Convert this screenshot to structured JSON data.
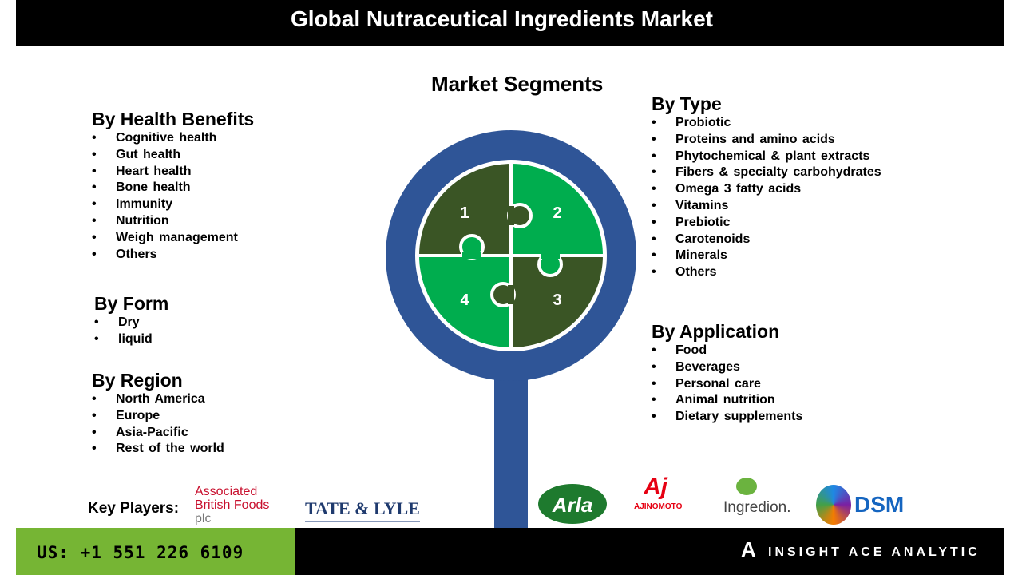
{
  "title": "Global Nutraceutical Ingredients Market",
  "segments_title": "Market Segments",
  "health": {
    "heading": "By Health Benefits",
    "items": [
      "Cognitive health",
      "Gut health",
      "Heart health",
      "Bone health",
      "Immunity",
      "Nutrition",
      "Weigh management",
      "Others"
    ]
  },
  "form": {
    "heading": "By Form",
    "items": [
      "Dry",
      "liquid"
    ]
  },
  "region": {
    "heading": "By Region",
    "items": [
      "North America",
      "Europe",
      "Asia-Pacific",
      "Rest of the world"
    ]
  },
  "type": {
    "heading": "By Type",
    "items": [
      "Probiotic",
      "Proteins and amino acids",
      "Phytochemical & plant extracts",
      "Fibers & specialty carbohydrates",
      "Omega 3 fatty acids",
      "Vitamins",
      "Prebiotic",
      "Carotenoids",
      "Minerals",
      "Others"
    ]
  },
  "application": {
    "heading": "By Application",
    "items": [
      "Food",
      "Beverages",
      "Personal care",
      "Animal nutrition",
      "Dietary supplements"
    ]
  },
  "puzzle": {
    "labels": [
      "1",
      "2",
      "3",
      "4"
    ]
  },
  "key_players_label": "Key Players:",
  "players": {
    "abf": [
      "Associated",
      "British Foods",
      "plc"
    ],
    "tate": "TATE & LYLE",
    "arla": "Arla",
    "ajinomoto": "AJINOMOTO",
    "ajinomoto_mark": "Aj",
    "ingredion": "Ingredion.",
    "dsm": "DSM"
  },
  "phone": "US: +1 551 226 6109",
  "brand": "INSIGHT ACE ANALYTIC",
  "colors": {
    "blue": "#2f5597",
    "dark_green": "#3a5525",
    "green": "#00ad4e",
    "lime": "#76b534"
  }
}
